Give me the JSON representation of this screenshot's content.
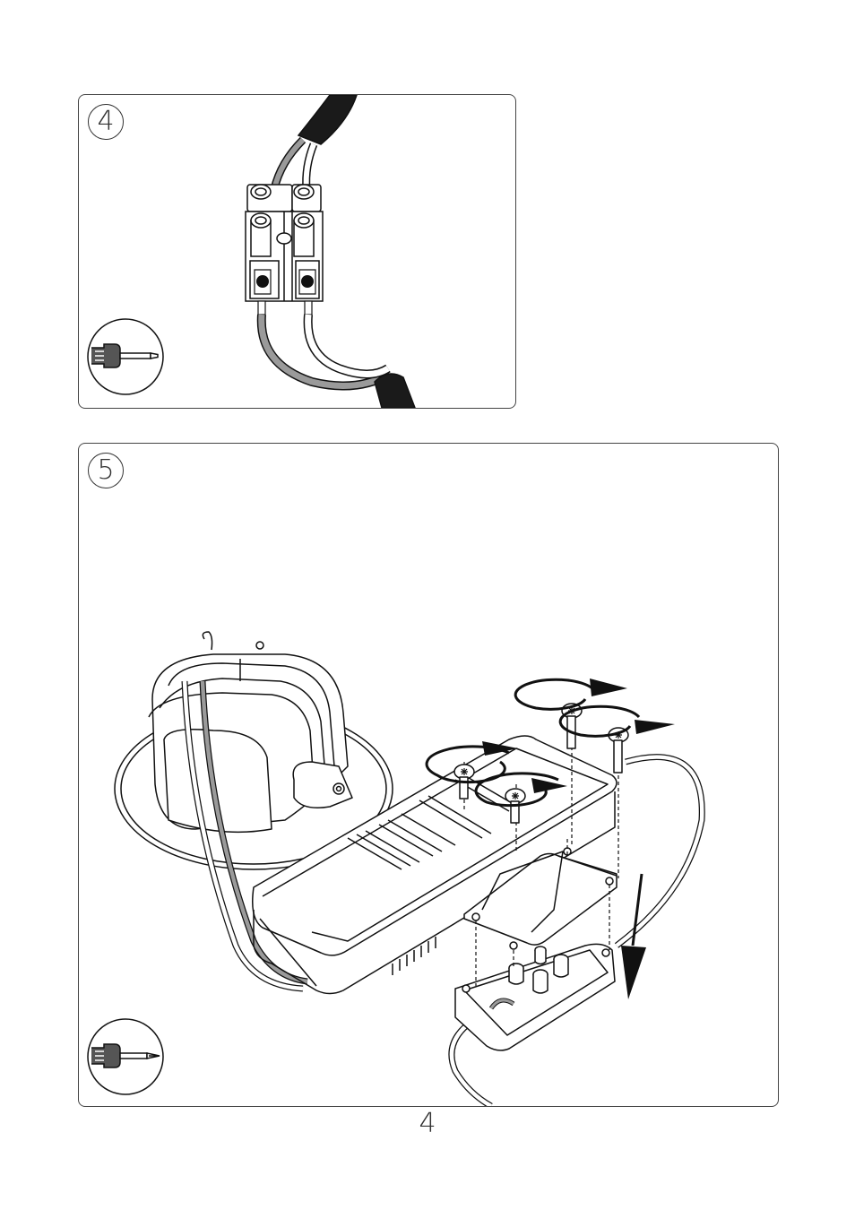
{
  "steps": [
    {
      "number": "4",
      "tool": "flathead-screwdriver"
    },
    {
      "number": "5",
      "tool": "phillips-screwdriver"
    }
  ],
  "page": {
    "number": "4"
  },
  "colors": {
    "line": "#111111",
    "cable": "#1a1a1a",
    "grey_wire": "#9a9a9a"
  }
}
